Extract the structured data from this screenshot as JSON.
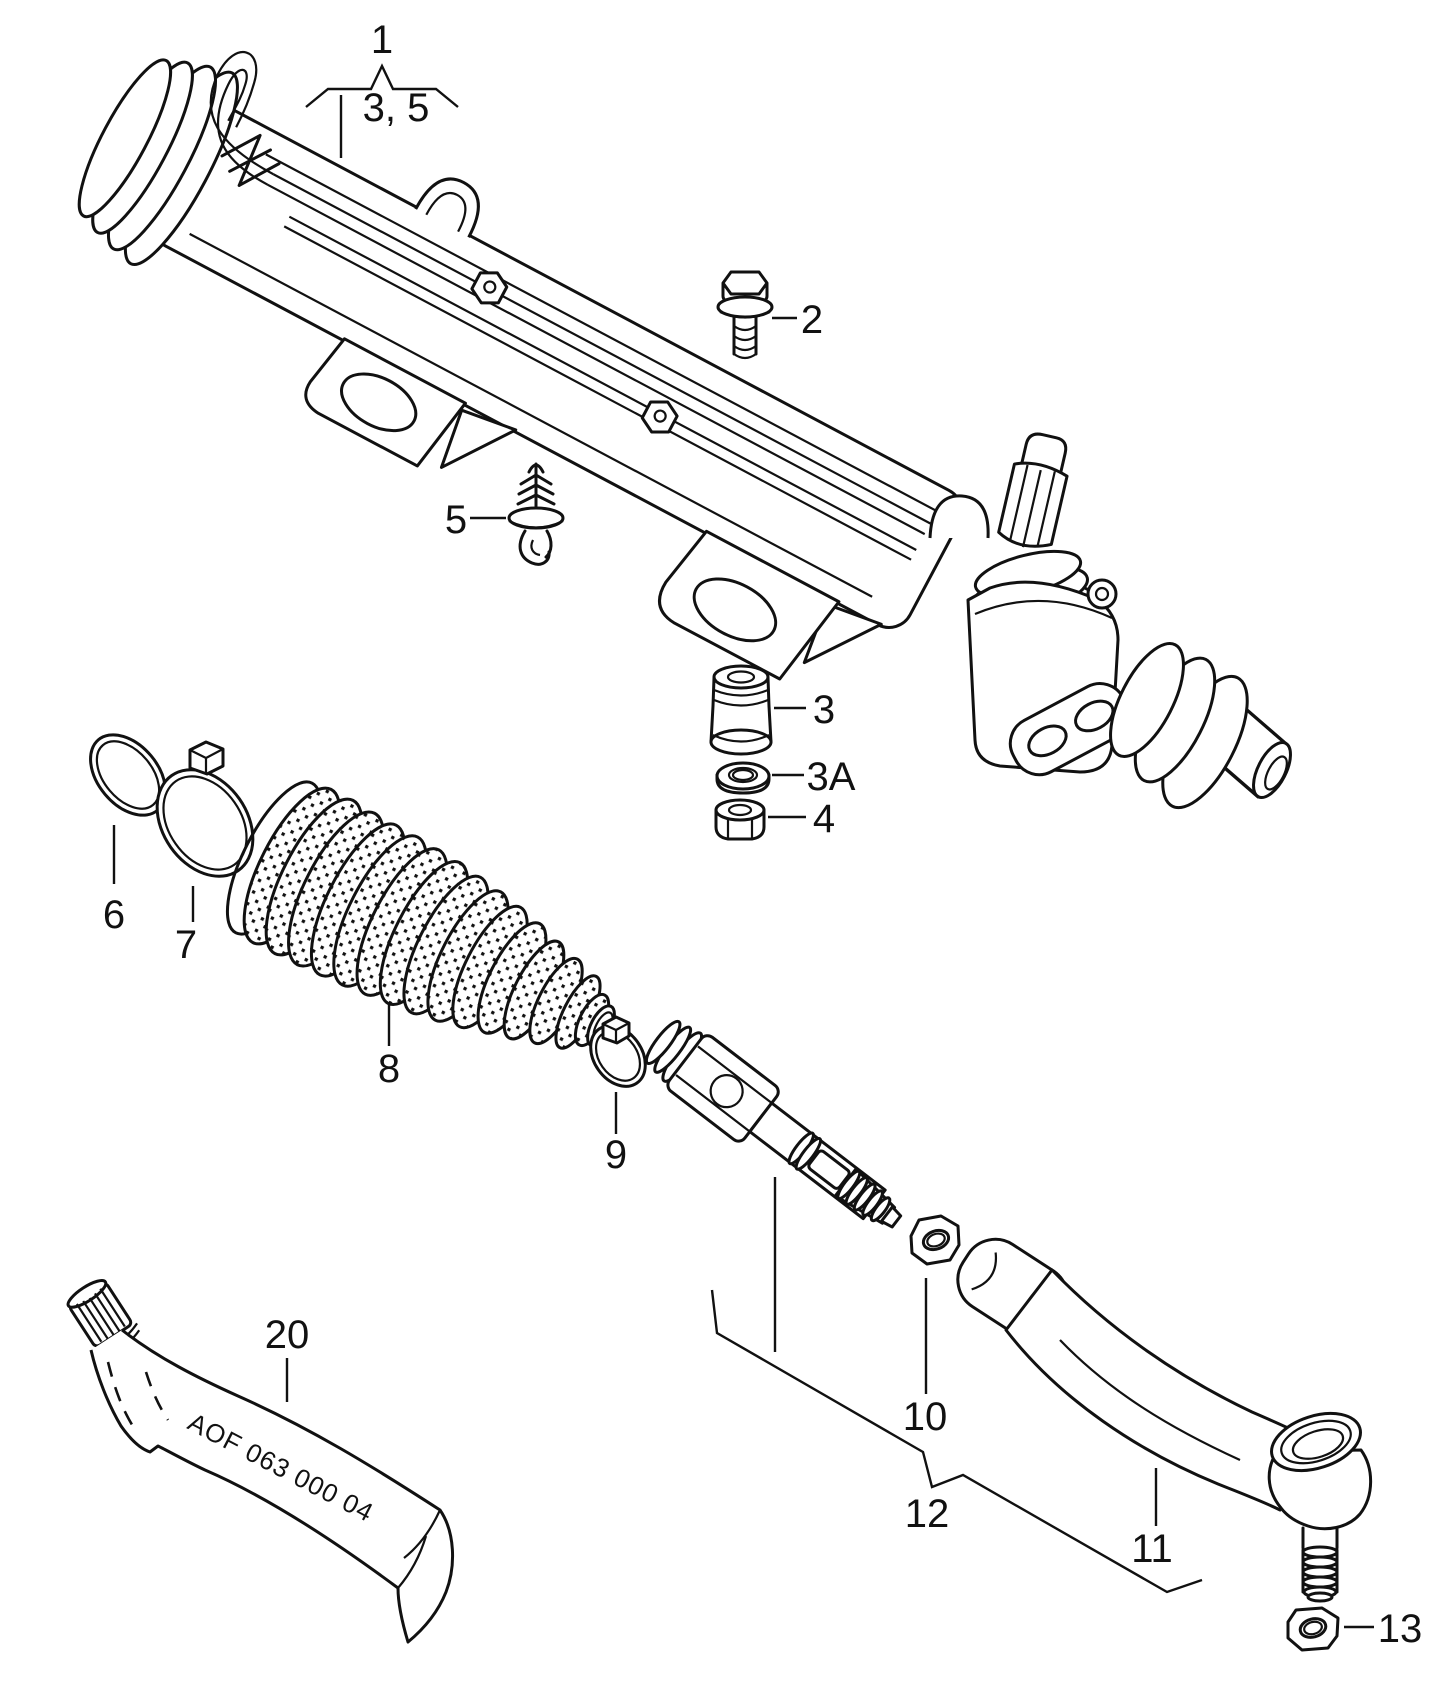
{
  "diagram": {
    "background": "#ffffff",
    "line_color": "#111111",
    "labels": {
      "c1": "1",
      "c1sub": "3, 5",
      "c2": "2",
      "c3": "3",
      "c3a": "3A",
      "c4": "4",
      "c5": "5",
      "c6": "6",
      "c7": "7",
      "c8": "8",
      "c9": "9",
      "c10": "10",
      "c11": "11",
      "c12": "12",
      "c13": "13",
      "c20": "20"
    },
    "tube_inscription": "AOF 063 000 04"
  }
}
